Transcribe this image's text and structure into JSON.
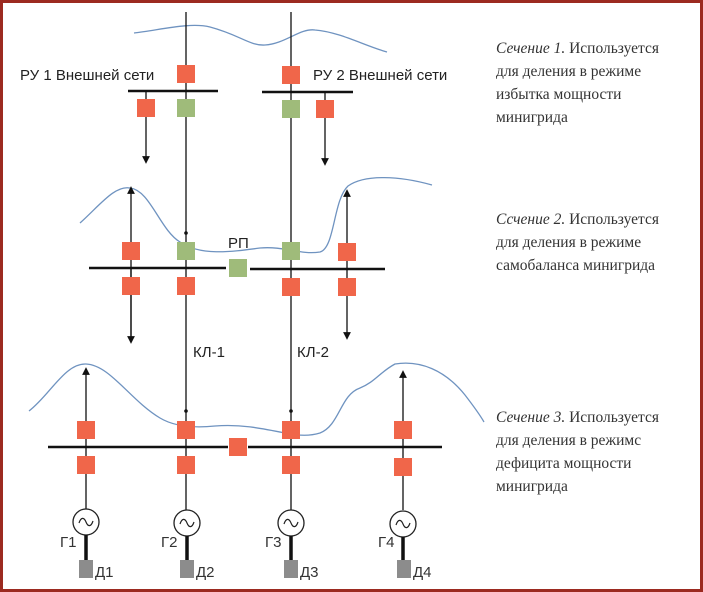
{
  "colors": {
    "frame": "#9c2a20",
    "switch_closed": "#f0664a",
    "switch_open": "#9fbb7a",
    "bus": "#111111",
    "cut_wave": "#6f93c0",
    "load": "#8c8c8c"
  },
  "labels": {
    "ru1": "РУ 1 Внешней сети",
    "ru2": "РУ 2 Внешней сети",
    "rp": "РП",
    "kl1": "КЛ-1",
    "kl2": "КЛ-2"
  },
  "generators": [
    {
      "label": "Г1",
      "load": "Д1"
    },
    {
      "label": "Г2",
      "load": "Д2"
    },
    {
      "label": "Г3",
      "load": "Д3"
    },
    {
      "label": "Г4",
      "load": "Д4"
    }
  ],
  "notes": [
    {
      "title": "Сечение 1.",
      "text_lines": [
        "Используется",
        "для деления в режиме",
        "избытка мощности",
        "минигрида"
      ]
    },
    {
      "title": "Ссчение 2.",
      "text_lines": [
        "Используется",
        "для деления в режиме",
        "самобаланса минигрида"
      ]
    },
    {
      "title": "Сечение 3.",
      "text_lines": [
        "Используется",
        "для деления в режимс",
        "дефицита мощности",
        "минигрида"
      ]
    }
  ],
  "icons": {
    "generator": "generator-ac-symbol-icon",
    "switch": "circuit-breaker-icon",
    "arrow": "power-flow-arrow-icon",
    "load": "load-block-icon"
  }
}
